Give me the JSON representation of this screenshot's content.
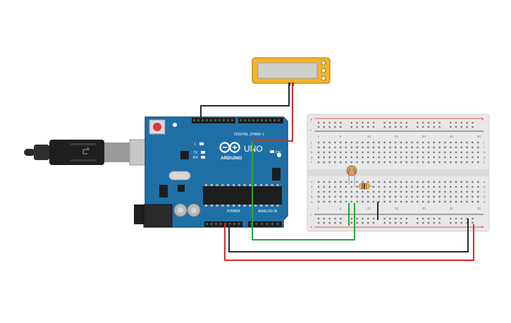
{
  "diagram": {
    "arduino": {
      "brand": "ARDUINO",
      "model": "UNO",
      "digital_header_label": "DIGITAL (PWM~)",
      "power_header_label": "POWER",
      "analog_header_label": "ANALOG IN",
      "led_l_label": "L",
      "led_tx_label": "TX",
      "led_rx_label": "RX",
      "led_on_label": "ON",
      "board_color": "#1f6fa7"
    },
    "lcd": {
      "frame_color": "#f2b42b",
      "screen_color": "#cfcfcf"
    },
    "breadboard": {
      "top_numbers": [
        "1",
        "5",
        "10",
        "15",
        "20",
        "25",
        "30"
      ],
      "row_letters_top": [
        "j",
        "i",
        "h",
        "g",
        "f"
      ],
      "row_letters_bottom": [
        "e",
        "d",
        "c",
        "b",
        "a"
      ],
      "plus": "+",
      "minus": "-"
    },
    "wire_colors": {
      "red": "#d62b2b",
      "black": "#2a2a2a",
      "green": "#2aa63a"
    }
  }
}
